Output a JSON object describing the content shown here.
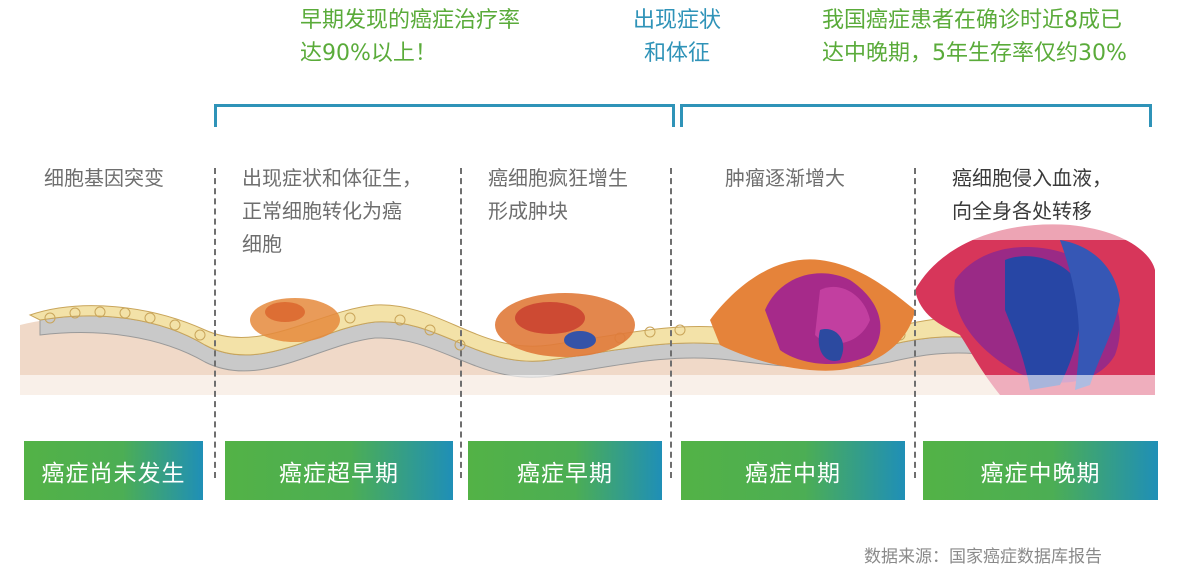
{
  "top_notes": {
    "early_cure_line1": "早期发现的癌症治疗率",
    "early_cure_line2": "达90%以上！",
    "symptoms_line1": "出现症状",
    "symptoms_line2": "和体征",
    "late_stage_line1": "我国癌症患者在确诊时近8成已",
    "late_stage_line2": "达中晚期，5年生存率仅约30%"
  },
  "stage_descriptions": {
    "s1": "细胞基因突变",
    "s2_line1": "出现症状和体征生，",
    "s2_line2": "正常细胞转化为癌",
    "s2_line3": "细胞",
    "s3_line1": "癌细胞疯狂增生",
    "s3_line2": "形成肿块",
    "s4": "肿瘤逐渐增大",
    "s5_line1": "癌细胞侵入血液，",
    "s5_line2": "向全身各处转移"
  },
  "stages": [
    {
      "label": "癌症尚未发生"
    },
    {
      "label": "癌症超早期"
    },
    {
      "label": "癌症早期"
    },
    {
      "label": "癌症中期"
    },
    {
      "label": "癌症中晚期"
    }
  ],
  "source": "数据来源：国家癌症数据库报告",
  "colors": {
    "green_text": "#5aab3a",
    "blue_accent": "#2f93b8",
    "button_green": "#53b246",
    "button_blue": "#1f8fb7"
  }
}
